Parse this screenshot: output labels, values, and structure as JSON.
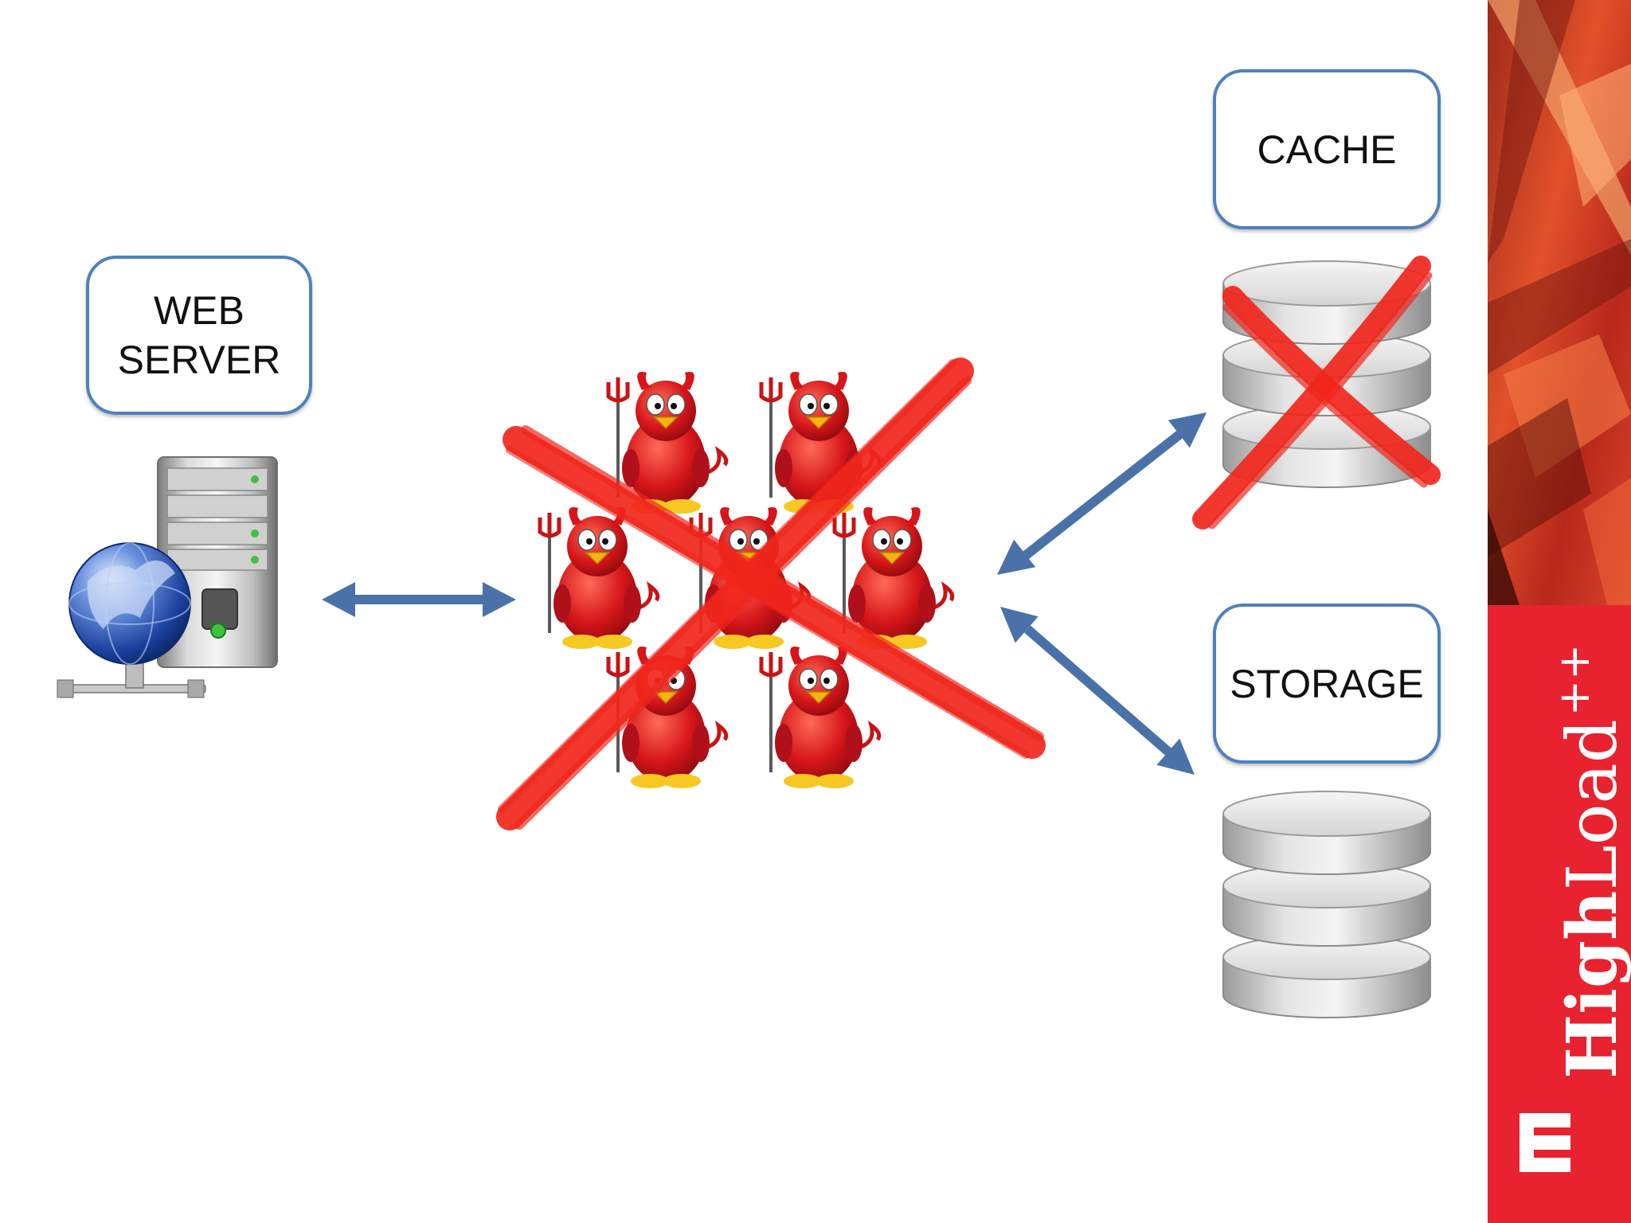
{
  "web_server": {
    "label": "WEB\nSERVER"
  },
  "cache": {
    "label": "CACHE"
  },
  "storage": {
    "label": "STORAGE"
  },
  "brand": {
    "name_bold": "High",
    "name_regular": "Load",
    "suffix": "++"
  },
  "icons": {
    "web_server": "web-server-globe-icon",
    "bots": "devil-tux-icon",
    "database": "database-stack-icon",
    "failed": "red-cross-mark",
    "logo": "highload-logo-icon"
  },
  "colors": {
    "box_border": "#4f81bd",
    "arrow": "#4a72a8",
    "cross": "#f0261c",
    "brand_red": "#e8222e"
  }
}
